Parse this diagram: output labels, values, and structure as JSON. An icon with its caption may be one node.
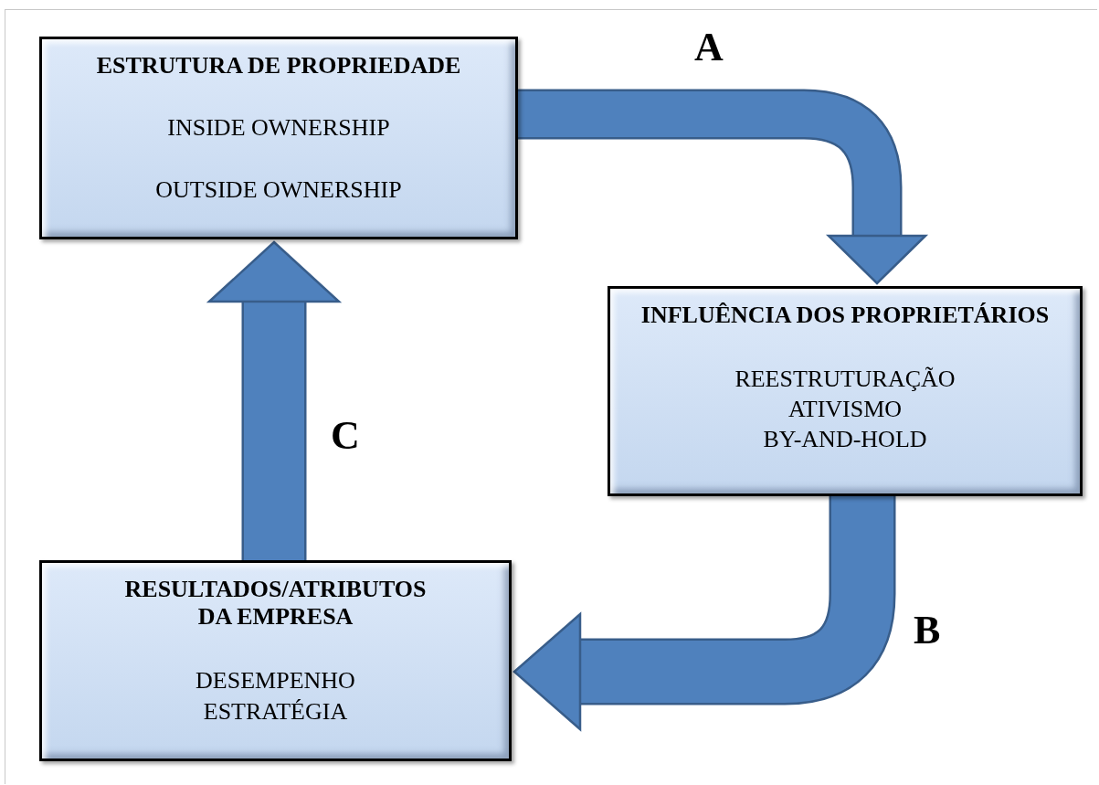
{
  "diagram": {
    "nodes": [
      {
        "text": [
          "ESTRUTURA DE PROPRIEDADE",
          "INSIDE OWNERSHIP",
          "OUTSIDE OWNERSHIP"
        ]
      },
      {
        "text": [
          "INFLUÊNCIA DOS PROPRIETÁRIOS",
          "REESTRUTURAÇÃO",
          "ATIVISMO",
          "BY-AND-HOLD"
        ]
      },
      {
        "text": [
          "RESULTADOS/ATRIBUTOS DA EMPRESA",
          "DESEMPENHO",
          "ESTRATÉGIA"
        ]
      }
    ],
    "edges": [
      {
        "from": 0,
        "to": 1,
        "arrow": "to",
        "label": "A"
      },
      {
        "from": 1,
        "to": 2,
        "arrow": "to",
        "label": "B"
      },
      {
        "from": 2,
        "to": 0,
        "arrow": "to",
        "label": "C"
      }
    ]
  }
}
